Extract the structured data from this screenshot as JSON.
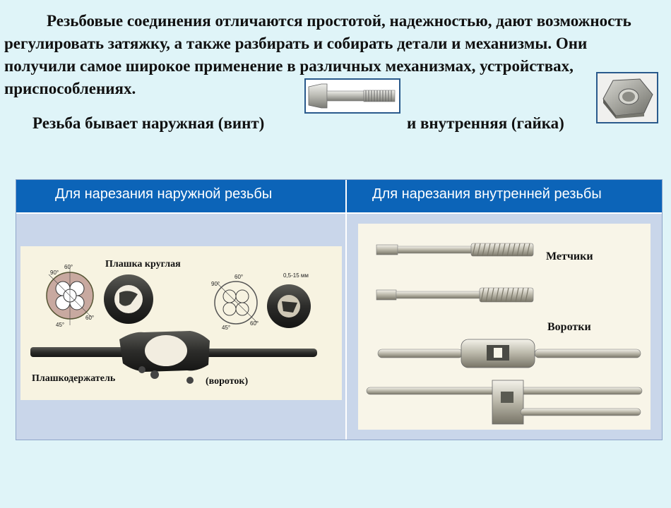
{
  "intro": {
    "text": "Резьбовые соединения отличаются простотой, надежностью, дают возможность регулировать затяжку, а также разбирать и собирать детали и механизмы. Они получили самое широкое применение в различных механизмах, устройствах, приспособлениях."
  },
  "thread_types": {
    "external": "Резьба бывает наружная (винт)",
    "internal": "и внутренняя (гайка)"
  },
  "table": {
    "headers": [
      "Для нарезания наружной резьбы",
      "Для нарезания внутренней резьбы"
    ],
    "left_photo": {
      "labels": {
        "round_die": "Плашка круглая",
        "die_holder": "Плашкодержатель",
        "wrench": "(вороток)"
      },
      "dims": {
        "a90": "90°",
        "a60": "60°",
        "a45": "45°",
        "size": "0,5-15 мм"
      }
    },
    "right_photo": {
      "labels": {
        "taps": "Метчики",
        "tap_wrenches": "Воротки"
      }
    }
  },
  "colors": {
    "page_bg": "#dff4f8",
    "header_bg": "#0c64b8",
    "cell_bg": "#c9d6ea",
    "photo_bg": "#f7f3e1",
    "box_border": "#2a5a8c"
  }
}
